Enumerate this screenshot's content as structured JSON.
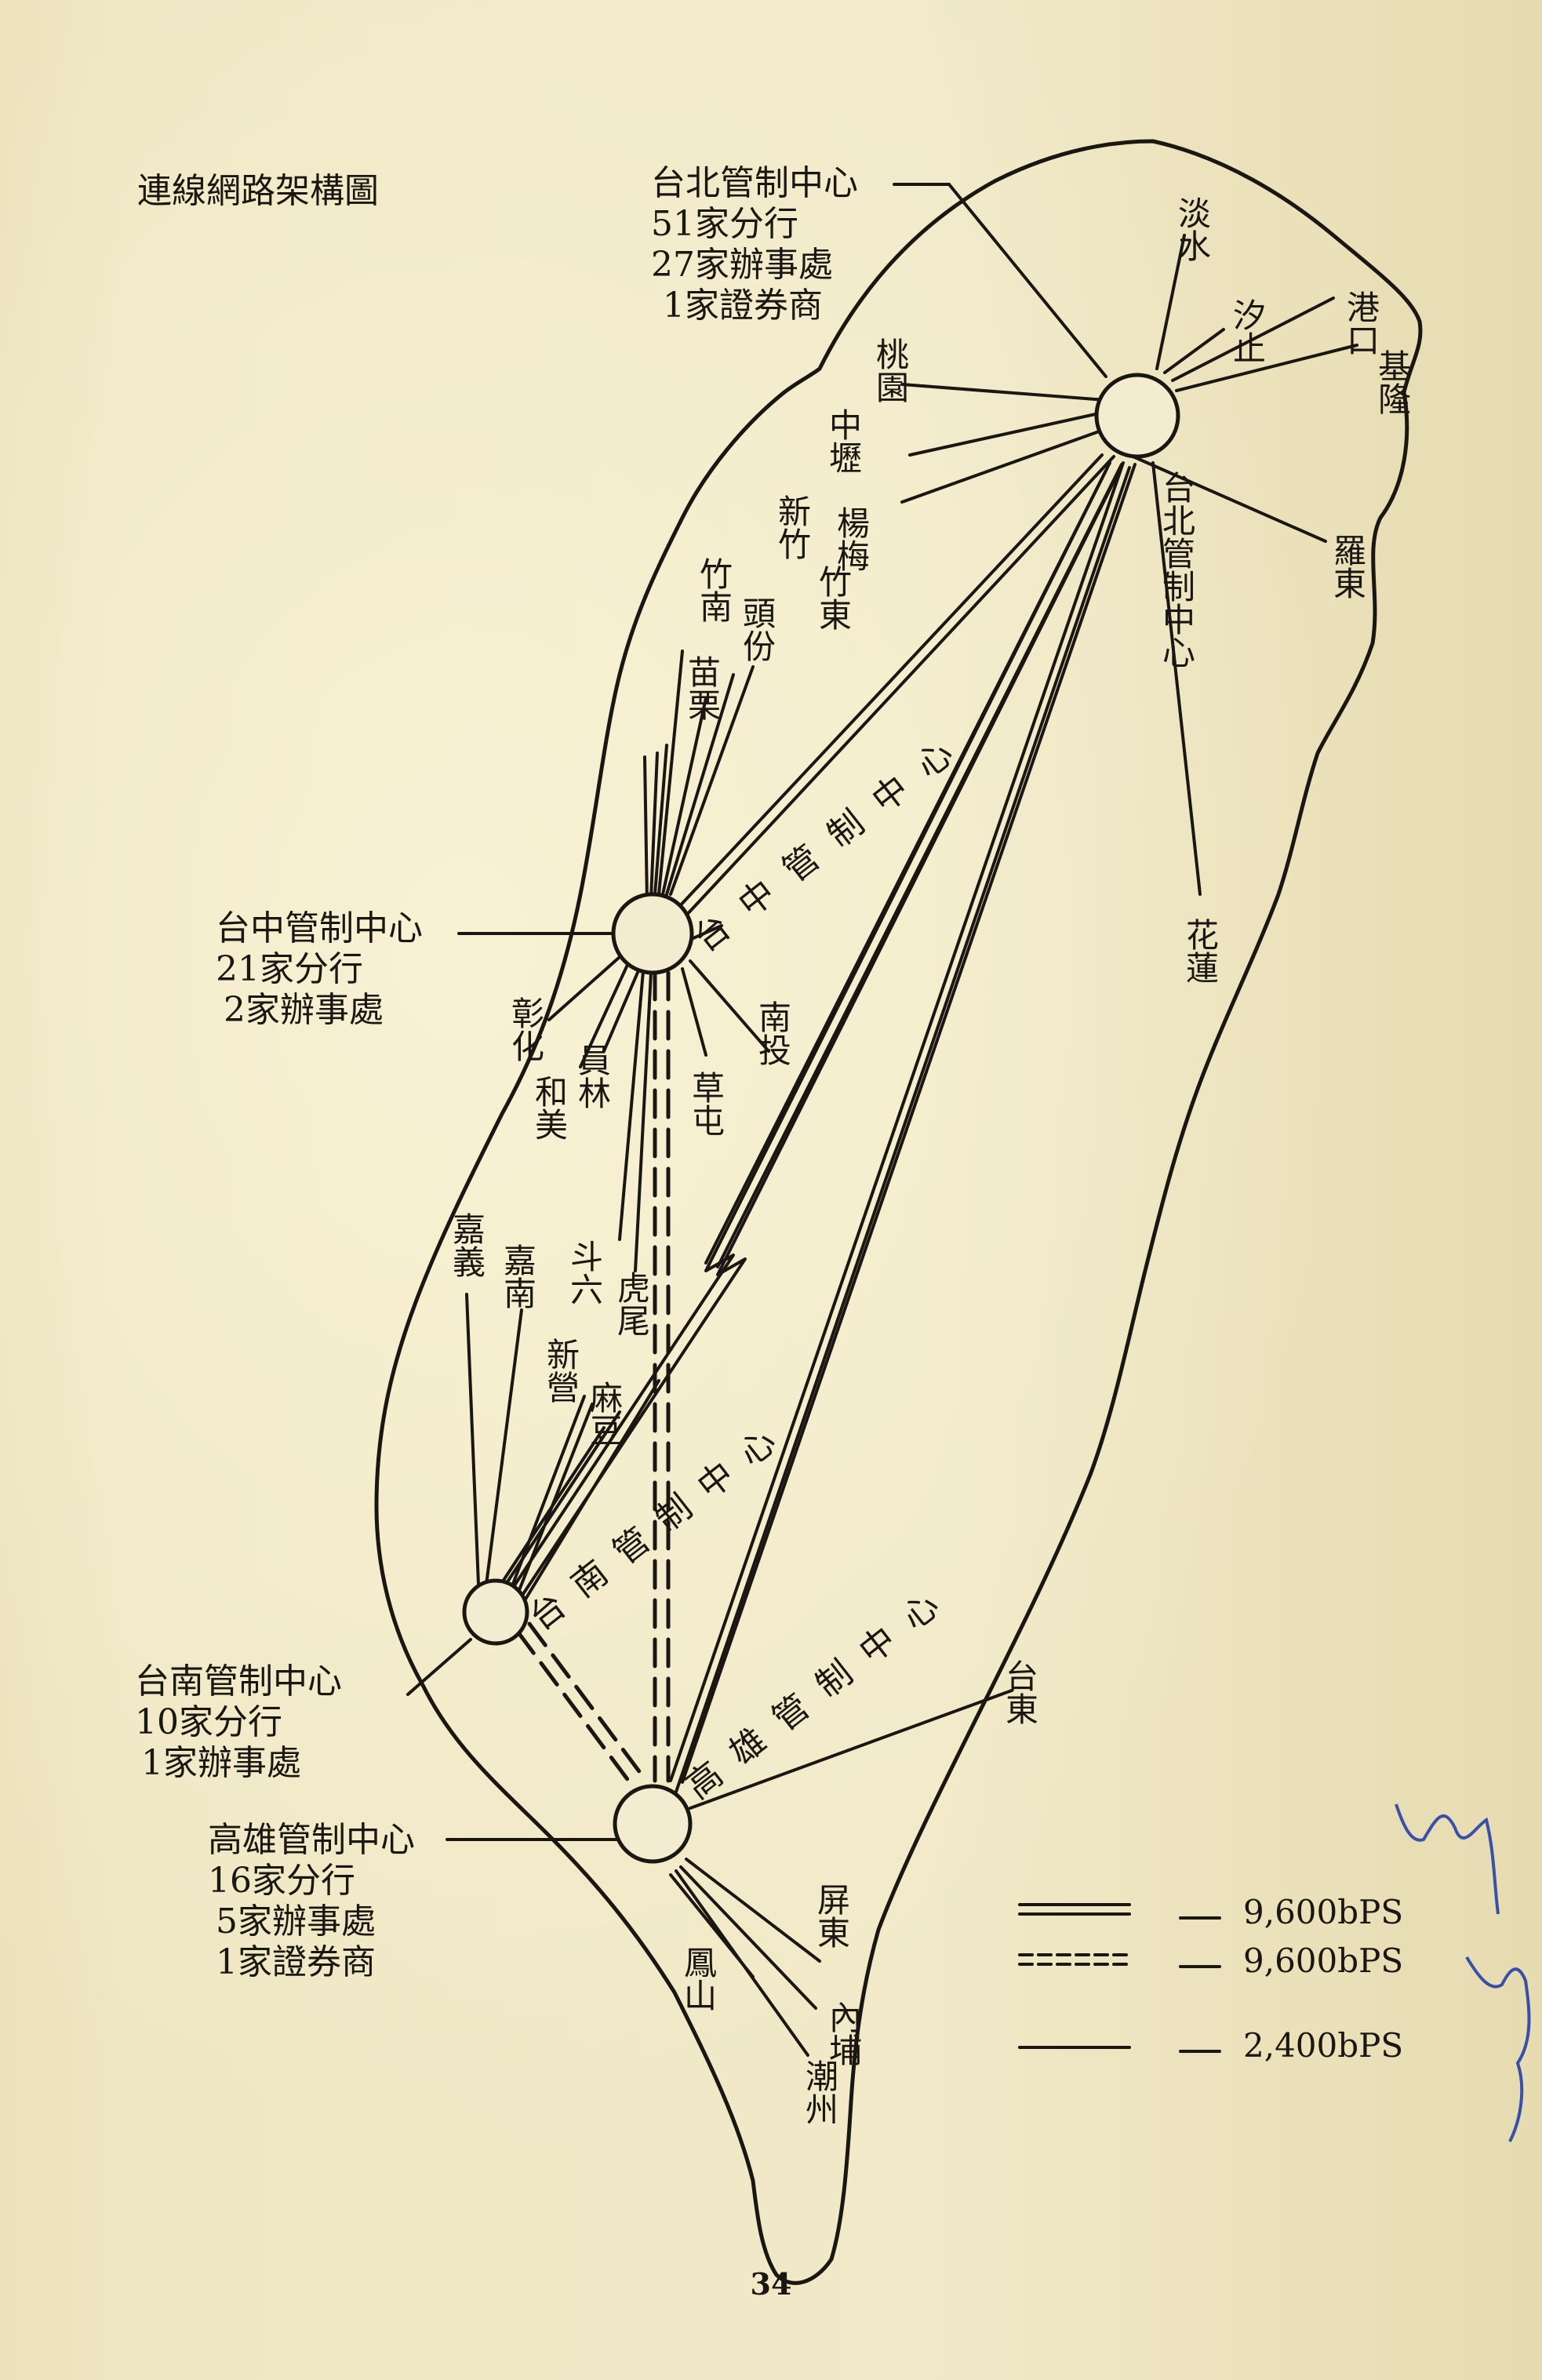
{
  "title": "連線網路架構圖",
  "page_number": "34",
  "centers": {
    "taipei": {
      "name": "台北管制中心",
      "lines": [
        "51家分行",
        "27家辦事處",
        "1家證券商"
      ],
      "map_label": "台北管制中心"
    },
    "taichung": {
      "name": "台中管制中心",
      "lines": [
        "21家分行",
        "2家辦事處"
      ],
      "map_label": "台中管制中心"
    },
    "tainan": {
      "name": "台南管制中心",
      "lines": [
        "10家分行",
        "1家辦事處"
      ],
      "map_label": "台南管制中心"
    },
    "kaohsiung": {
      "name": "高雄管制中心",
      "lines": [
        "16家分行",
        "5家辦事處",
        "1家證券商"
      ],
      "map_label": "高雄管制中心"
    }
  },
  "places": {
    "danshui": "淡水",
    "xizhi": "汐止",
    "keelung_port": "港口",
    "keelung": "基隆",
    "taoyuan": "桃園",
    "zhongli": "中壢",
    "yangmei": "楊梅",
    "hsinchu": "新竹",
    "zhudong": "竹東",
    "zhunan": "竹南",
    "toufen": "頭份",
    "miaoli": "苗栗",
    "luodong": "羅東",
    "hualien": "花蓮",
    "changhua": "彰化",
    "yuanlin": "員林",
    "hemei": "和美",
    "caotun": "草屯",
    "nantou": "南投",
    "chiayi": "嘉義",
    "jianan": "嘉南",
    "douliu": "斗六",
    "huwei": "虎尾",
    "xinying": "新營",
    "madou": "麻豆",
    "taitung": "台東",
    "pingtung": "屏東",
    "fengshan": "鳳山",
    "neipu": "內埔",
    "chaozhou": "潮州"
  },
  "legend": [
    {
      "style": "double",
      "label": "9,600bPS"
    },
    {
      "style": "dashed",
      "label": "9,600bPS"
    },
    {
      "style": "single",
      "label": "2,400bPS"
    }
  ],
  "colors": {
    "paper": "#efe6c2",
    "ink": "#1a1712",
    "pen": "#3a4fa8"
  }
}
